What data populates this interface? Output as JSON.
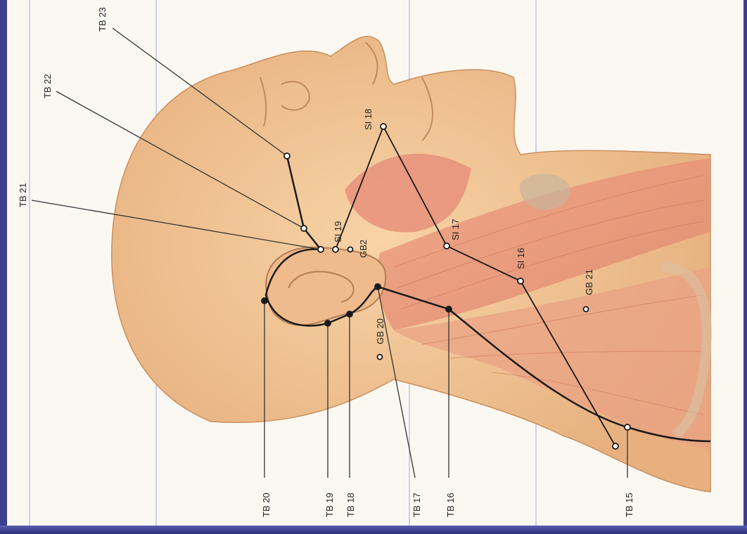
{
  "labels": {
    "TB23": "TB 23",
    "TB22": "TB 22",
    "TB21": "TB 21",
    "TB20": "TB 20",
    "TB19": "TB 19",
    "TB18": "TB 18",
    "TB17": "TB 17",
    "TB16": "TB 16",
    "TB15": "TB 15",
    "SI19": "SI 19",
    "SI18": "SI 18",
    "SI17": "SI 17",
    "SI16": "SI 16",
    "GB2": "GB2",
    "GB20": "GB 20",
    "GB21": "GB 21"
  },
  "colors": {
    "skin": "#f2c28f",
    "muscle": "#e79a7d",
    "line": "#1a1a1a",
    "frame": "#3a3f8f"
  }
}
